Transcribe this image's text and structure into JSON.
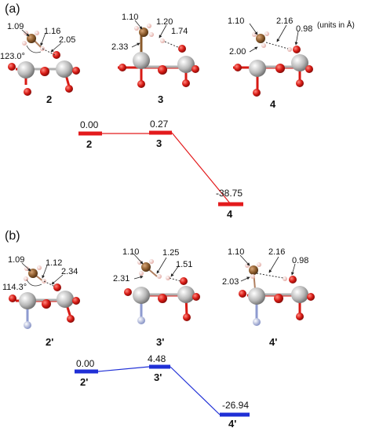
{
  "panel_a": {
    "label": "(a)",
    "units_note": "(units in Å)",
    "structures": [
      {
        "name": "2",
        "annotations": [
          "1.09",
          "1.16",
          "2.05",
          "123.0°"
        ]
      },
      {
        "name": "3",
        "annotations": [
          "1.10",
          "1.20",
          "2.33",
          "1.74"
        ]
      },
      {
        "name": "4",
        "annotations": [
          "1.10",
          "2.16",
          "0.98",
          "2.00"
        ]
      }
    ],
    "energy_levels": [
      {
        "state": "2",
        "energy": "0.00"
      },
      {
        "state": "3",
        "energy": "0.27"
      },
      {
        "state": "4",
        "energy": "-38.75"
      }
    ],
    "color": "#e31a1c"
  },
  "panel_b": {
    "label": "(b)",
    "structures": [
      {
        "name": "2'",
        "annotations": [
          "1.09",
          "1.12",
          "2.34",
          "114.3°"
        ]
      },
      {
        "name": "3'",
        "annotations": [
          "1.10",
          "1.25",
          "2.31",
          "1.51"
        ]
      },
      {
        "name": "4'",
        "annotations": [
          "1.10",
          "2.16",
          "0.98",
          "2.03"
        ]
      }
    ],
    "energy_levels": [
      {
        "state": "2'",
        "energy": "0.00"
      },
      {
        "state": "3'",
        "energy": "4.48"
      },
      {
        "state": "4'",
        "energy": "-26.94"
      }
    ],
    "color": "#1f2fd6"
  },
  "atom_colors": {
    "oxygen": "#d71a14",
    "metal": "#b8b8b8",
    "carbon": "#8a5a2b",
    "hydrogen": "#f1c9c4",
    "substituent": "#8e9bd0"
  }
}
